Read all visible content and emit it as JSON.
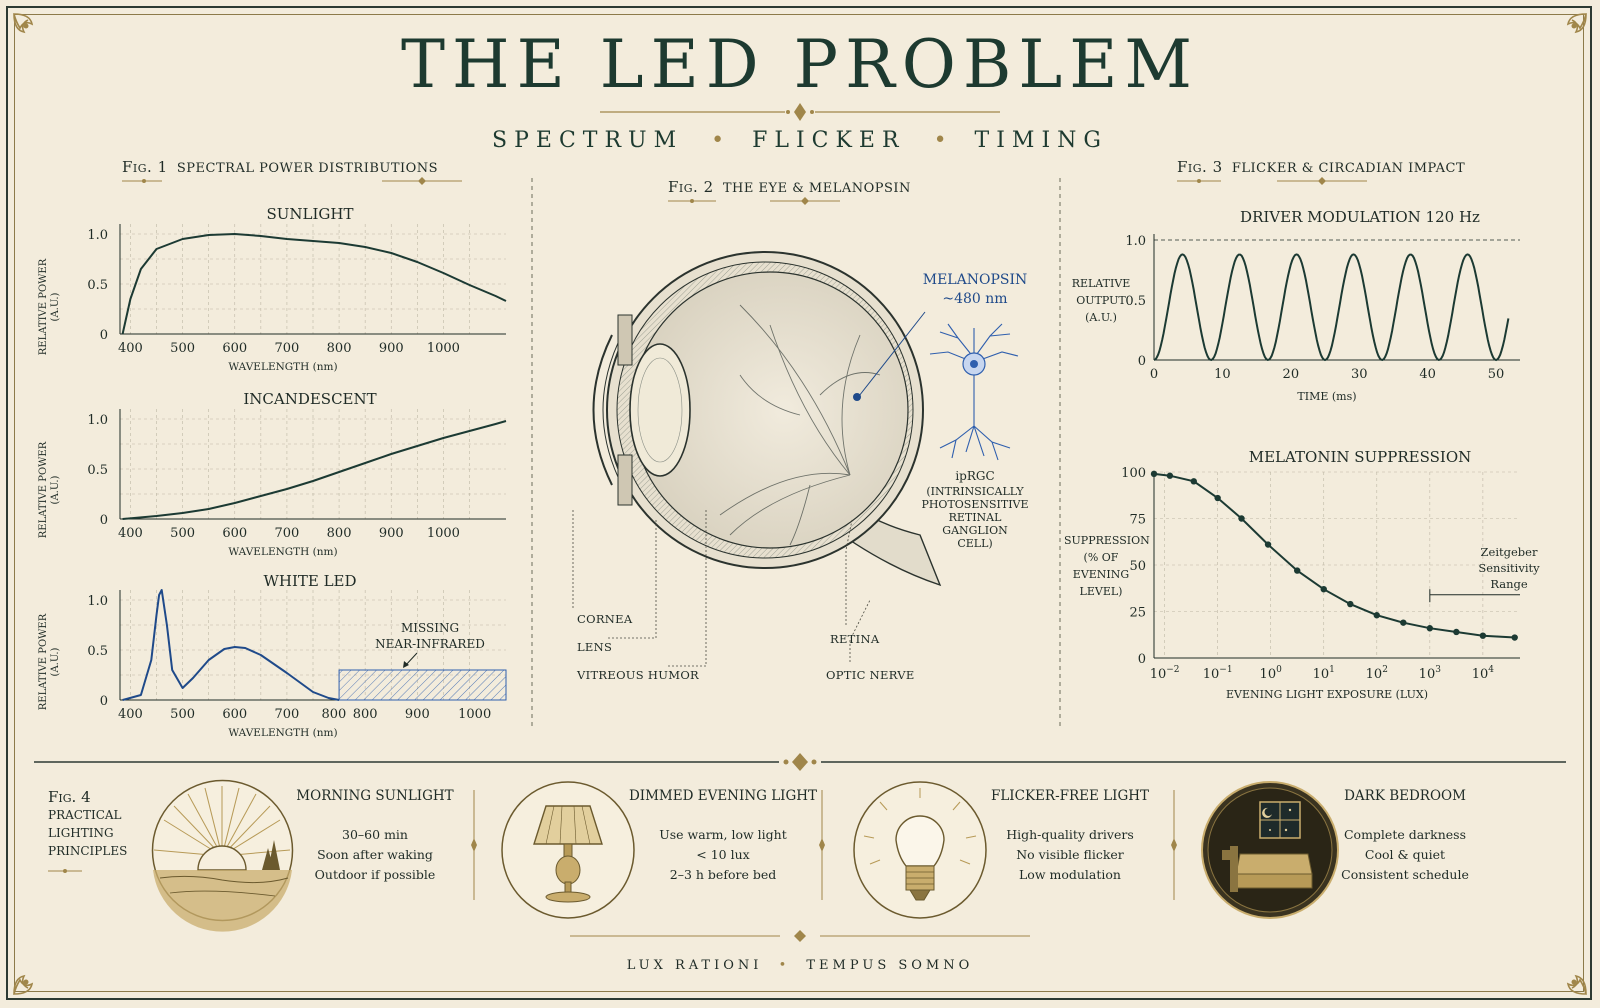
{
  "header": {
    "title": "THE LED PROBLEM",
    "subtitle_parts": [
      "SPECTRUM",
      "FLICKER",
      "TIMING"
    ]
  },
  "fig1": {
    "label": "Fig. 1",
    "caption": "SPECTRAL POWER DISTRIBUTIONS",
    "ylabel_l1": "RELATIVE POWER",
    "ylabel_l2": "(A.U.)",
    "xlabel": "WAVELENGTH (nm)",
    "missing_l1": "MISSING",
    "missing_l2": "NEAR-INFRARED"
  },
  "fig2": {
    "label": "Fig. 2",
    "caption": "THE EYE & MELANOPSIN",
    "melanopsin": "MELANOPSIN",
    "wavelength": "~480 nm",
    "iprgc": "ipRGC",
    "iprgc_desc": [
      "(INTRINSICALLY",
      "PHOTOSENSITIVE",
      "RETINAL GANGLION",
      "CELL)"
    ],
    "labels": {
      "cornea": "CORNEA",
      "lens": "LENS",
      "vitreous": "VITREOUS HUMOR",
      "retina": "RETINA",
      "optic": "OPTIC NERVE"
    }
  },
  "fig3": {
    "label": "Fig. 3",
    "caption": "FLICKER & CIRCADIAN IMPACT",
    "ylabel_top": [
      "RELATIVE",
      "OUTPUT",
      "(A.U.)"
    ],
    "ylabel_bottom": [
      "SUPPRESSION",
      "(% OF",
      "EVENING",
      "LEVEL)"
    ],
    "zeitgeber": [
      "Zeitgeber",
      "Sensitivity",
      "Range"
    ]
  },
  "fig4": {
    "label": "Fig. 4",
    "caption": [
      "PRACTICAL",
      "LIGHTING",
      "PRINCIPLES"
    ],
    "cards": [
      {
        "title": "MORNING SUNLIGHT",
        "lines": [
          "30–60 min",
          "Soon after waking",
          "Outdoor if possible"
        ],
        "icon": "sunrise-icon"
      },
      {
        "title": "DIMMED EVENING LIGHT",
        "lines": [
          "Use warm, low light",
          "< 10 lux",
          "2–3 h before bed"
        ],
        "icon": "lamp-icon"
      },
      {
        "title": "FLICKER-FREE LIGHT",
        "lines": [
          "High-quality drivers",
          "No visible flicker",
          "Low modulation"
        ],
        "icon": "bulb-icon"
      },
      {
        "title": "DARK BEDROOM",
        "lines": [
          "Complete darkness",
          "Cool & quiet",
          "Consistent schedule"
        ],
        "icon": "bedroom-icon"
      }
    ]
  },
  "footer": {
    "motto_parts": [
      "LUX RATIONI",
      "TEMPUS SOMNO"
    ]
  },
  "colors": {
    "ink": "#1f2b26",
    "accent_blue": "#1f4a8a",
    "gold": "#a0864a",
    "paper": "#f3ecdc"
  },
  "chart_data": [
    {
      "type": "line",
      "title": "SUNLIGHT",
      "xlabel": "WAVELENGTH (nm)",
      "ylabel": "RELATIVE POWER (A.U.)",
      "xlim": [
        380,
        1120
      ],
      "ylim": [
        0,
        1.0
      ],
      "xticks": [
        400,
        500,
        600,
        700,
        800,
        900,
        1000
      ],
      "yticks": [
        0,
        0.5,
        1.0
      ],
      "ytick_labels": [
        "0",
        "0.5",
        "1.0"
      ],
      "grid": true,
      "x": [
        385,
        400,
        420,
        450,
        500,
        550,
        600,
        650,
        700,
        750,
        800,
        850,
        900,
        950,
        1000,
        1050,
        1100,
        1120
      ],
      "y": [
        0.0,
        0.35,
        0.65,
        0.85,
        0.95,
        0.99,
        1.0,
        0.98,
        0.95,
        0.93,
        0.91,
        0.87,
        0.81,
        0.72,
        0.61,
        0.49,
        0.38,
        0.33
      ]
    },
    {
      "type": "line",
      "title": "INCANDESCENT",
      "xlabel": "WAVELENGTH (nm)",
      "ylabel": "RELATIVE POWER (A.U.)",
      "xlim": [
        380,
        1120
      ],
      "ylim": [
        0,
        1.0
      ],
      "xticks": [
        400,
        500,
        600,
        700,
        800,
        900,
        1000
      ],
      "yticks": [
        0,
        0.5,
        1.0
      ],
      "ytick_labels": [
        "0",
        "0.5",
        "1.0"
      ],
      "grid": true,
      "x": [
        385,
        450,
        500,
        550,
        600,
        650,
        700,
        750,
        800,
        850,
        900,
        950,
        1000,
        1050,
        1100,
        1120
      ],
      "y": [
        0.0,
        0.03,
        0.06,
        0.1,
        0.16,
        0.23,
        0.3,
        0.38,
        0.47,
        0.56,
        0.65,
        0.73,
        0.81,
        0.88,
        0.95,
        0.98
      ]
    },
    {
      "type": "line",
      "title": "WHITE LED",
      "xlabel": "WAVELENGTH (nm)",
      "ylabel": "RELATIVE POWER (A.U.)",
      "xlim": [
        380,
        1120
      ],
      "ylim": [
        0,
        1.0
      ],
      "xticks": [
        400,
        500,
        600,
        700,
        800,
        900,
        1000
      ],
      "xtick_labels": [
        "400",
        "500",
        "600",
        "700",
        "800",
        "800",
        "900",
        "1000"
      ],
      "yticks": [
        0,
        0.5,
        1.0
      ],
      "ytick_labels": [
        "0",
        "0.5",
        "1.0"
      ],
      "grid": true,
      "x": [
        385,
        420,
        440,
        450,
        455,
        460,
        470,
        480,
        500,
        520,
        550,
        580,
        600,
        620,
        650,
        700,
        750,
        780,
        800
      ],
      "y": [
        0.0,
        0.05,
        0.4,
        0.85,
        1.05,
        1.1,
        0.75,
        0.3,
        0.12,
        0.22,
        0.4,
        0.51,
        0.53,
        0.52,
        0.45,
        0.27,
        0.08,
        0.02,
        0.0
      ],
      "missing_region": {
        "x": [
          800,
          1120
        ],
        "y": 0.3
      }
    },
    {
      "type": "line",
      "title": "DRIVER MODULATION 120 Hz",
      "xlabel": "TIME (ms)",
      "ylabel": "RELATIVE OUTPUT (A.U.)",
      "xlim": [
        0,
        53.5
      ],
      "ylim": [
        0,
        1.0
      ],
      "xticks": [
        0,
        10,
        20,
        30,
        40,
        50
      ],
      "yticks": [
        0,
        0.5,
        1.0
      ],
      "ytick_labels": [
        "0",
        "0.5",
        "1.0"
      ],
      "grid": false,
      "frequency_hz": 120,
      "peak": 0.88,
      "reference_line": 1.0
    },
    {
      "type": "line",
      "title": "MELATONIN SUPPRESSION",
      "xlabel": "EVENING LIGHT EXPOSURE (LUX)",
      "ylabel": "SUPPRESSION (% OF EVENING LEVEL)",
      "xscale": "log",
      "xlim": [
        -2.2,
        4.7
      ],
      "ylim": [
        0,
        100
      ],
      "xtick_exponents": [
        -2,
        -1,
        0,
        1,
        2,
        3,
        4
      ],
      "yticks": [
        0,
        25,
        50,
        75,
        100
      ],
      "grid": true,
      "log_x": [
        -2.2,
        -1.9,
        -1.45,
        -1.0,
        -0.55,
        -0.05,
        0.5,
        1.0,
        1.5,
        2.0,
        2.5,
        3.0,
        3.5,
        4.0,
        4.6
      ],
      "y": [
        99,
        98,
        95,
        86,
        75,
        61,
        47,
        37,
        29,
        23,
        19,
        16,
        14,
        12,
        11
      ],
      "zeitgeber_range": [
        3,
        4.7
      ]
    }
  ]
}
